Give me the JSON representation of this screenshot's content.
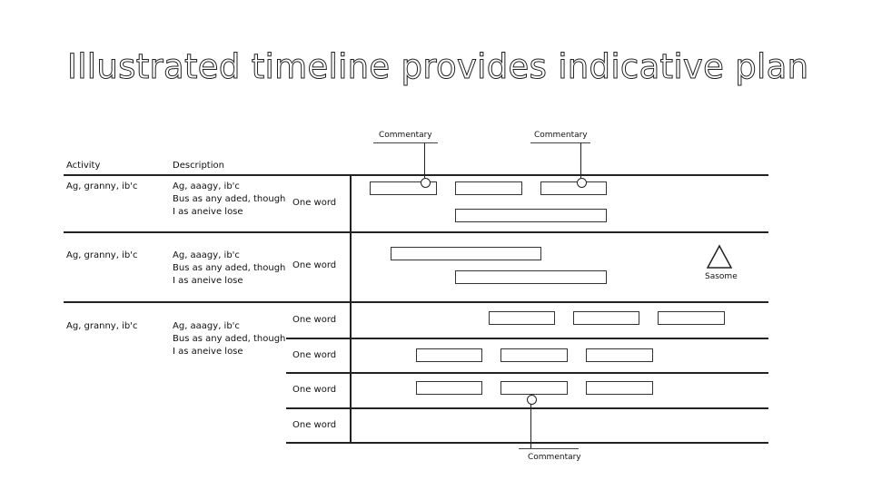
{
  "title": "Illustrated timeline provides indicative plan",
  "headers": {
    "activity": "Activity",
    "description": "Description"
  },
  "activities": [
    {
      "activity": "Ag, granny, ib'c",
      "description": [
        "Ag, aaagy, ib'c",
        "Bus as any aded, though",
        "I as aneive lose"
      ],
      "words": [
        "One word"
      ]
    },
    {
      "activity": "Ag, granny, ib'c",
      "description": [
        "Ag, aaagy, ib'c",
        "Bus as any aded, though",
        "I as aneive lose"
      ],
      "words": [
        "One word"
      ]
    },
    {
      "activity": "Ag, granny, ib'c",
      "description": [
        "Ag, aaagy, ib'c",
        "Bus as any aded, though",
        "I as aneive lose"
      ],
      "words": [
        "One word",
        "One word",
        "One word",
        "One word"
      ]
    }
  ],
  "commentary": [
    "Commentary",
    "Commentary",
    "Commentary"
  ],
  "milestone": {
    "label": "Sasome",
    "shape": "triangle"
  },
  "colors": {
    "line": "#222222",
    "bar_fill": "#ffffff",
    "text": "#111111"
  }
}
